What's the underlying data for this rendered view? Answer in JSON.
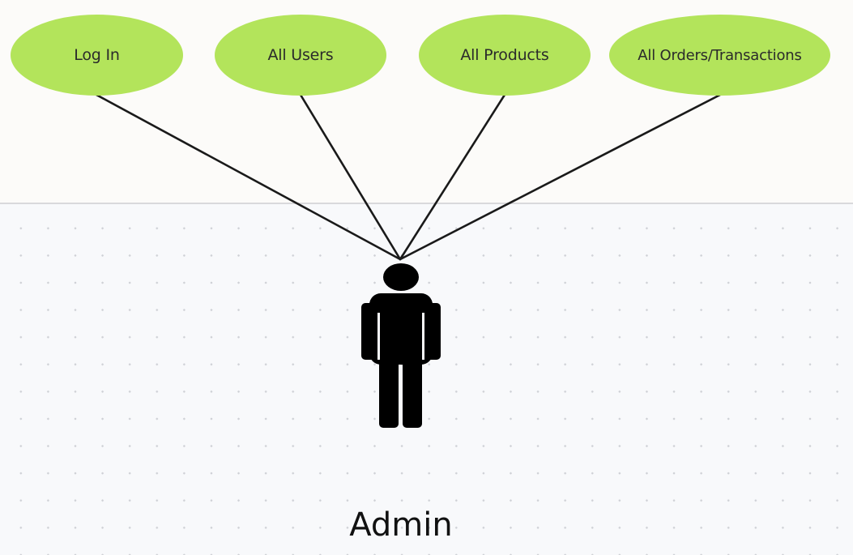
{
  "diagram": {
    "use_cases": [
      {
        "label": "Log In"
      },
      {
        "label": "All Users"
      },
      {
        "label": "All Products"
      },
      {
        "label": "All Orders/Transactions"
      }
    ],
    "actor": {
      "label": "Admin",
      "icon": "stick-figure-person-icon"
    }
  },
  "colors": {
    "use_case_fill": "#b3e45b",
    "connector": "#1a1a1a",
    "actor": "#000000"
  }
}
